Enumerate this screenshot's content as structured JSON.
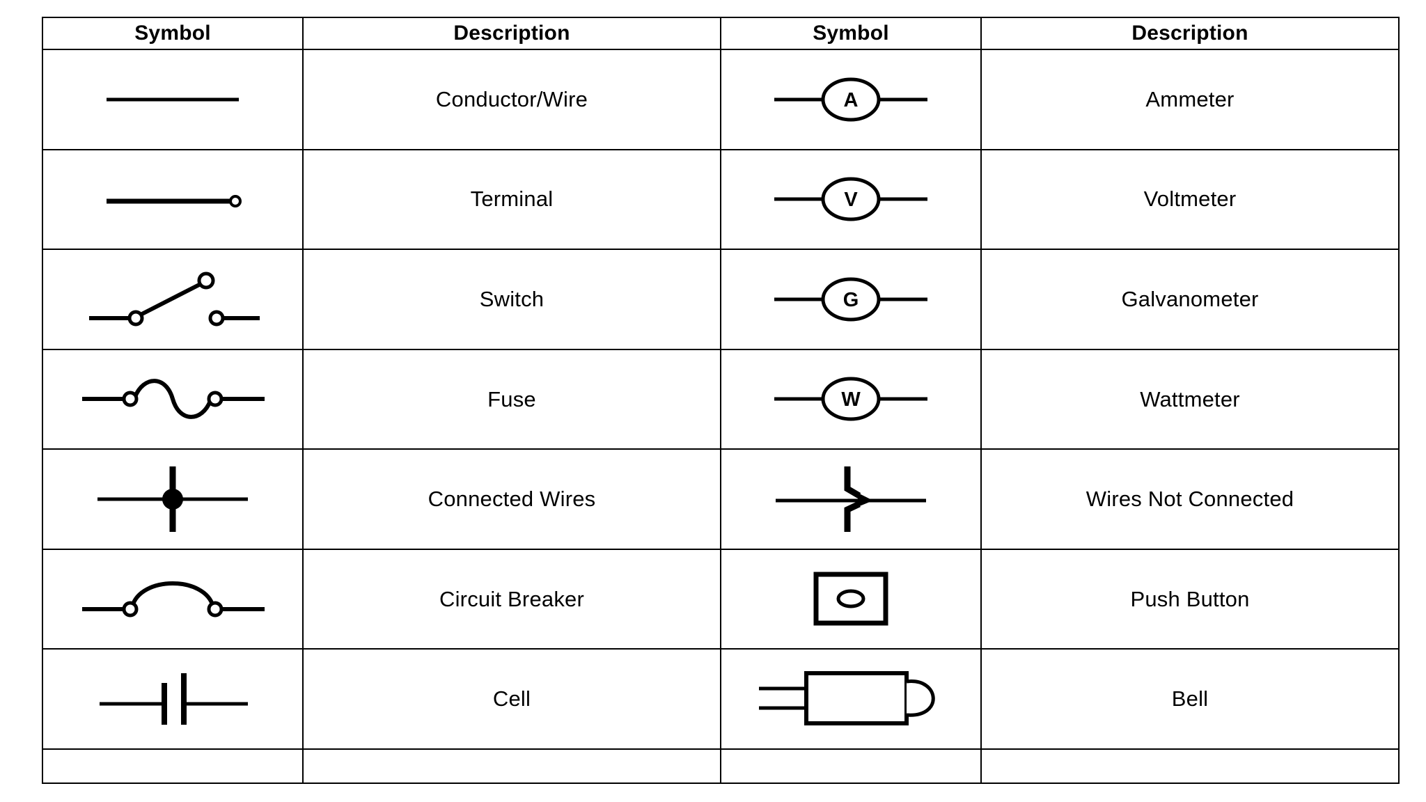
{
  "table": {
    "headers": [
      "Symbol",
      "Description",
      "Symbol",
      "Description"
    ],
    "rows": [
      {
        "left_symbol": "conductor-wire-symbol",
        "left_description": "Conductor/Wire",
        "right_symbol": "ammeter-symbol",
        "right_description": "Ammeter",
        "right_symbol_letter": "A"
      },
      {
        "left_symbol": "terminal-symbol",
        "left_description": "Terminal",
        "right_symbol": "voltmeter-symbol",
        "right_description": "Voltmeter",
        "right_symbol_letter": "V"
      },
      {
        "left_symbol": "switch-symbol",
        "left_description": "Switch",
        "right_symbol": "galvanometer-symbol",
        "right_description": "Galvanometer",
        "right_symbol_letter": "G"
      },
      {
        "left_symbol": "fuse-symbol",
        "left_description": "Fuse",
        "right_symbol": "wattmeter-symbol",
        "right_description": "Wattmeter",
        "right_symbol_letter": "W"
      },
      {
        "left_symbol": "connected-wires-symbol",
        "left_description": "Connected Wires",
        "right_symbol": "wires-not-connected-symbol",
        "right_description": "Wires Not Connected",
        "right_symbol_letter": ""
      },
      {
        "left_symbol": "circuit-breaker-symbol",
        "left_description": "Circuit Breaker",
        "right_symbol": "push-button-symbol",
        "right_description": "Push Button",
        "right_symbol_letter": ""
      },
      {
        "left_symbol": "cell-symbol",
        "left_description": "Cell",
        "right_symbol": "bell-symbol",
        "right_description": "Bell",
        "right_symbol_letter": ""
      }
    ],
    "trailing_empty_row": true
  },
  "colors": {
    "ink": "#000000",
    "paper": "#ffffff",
    "border": "#000000"
  }
}
